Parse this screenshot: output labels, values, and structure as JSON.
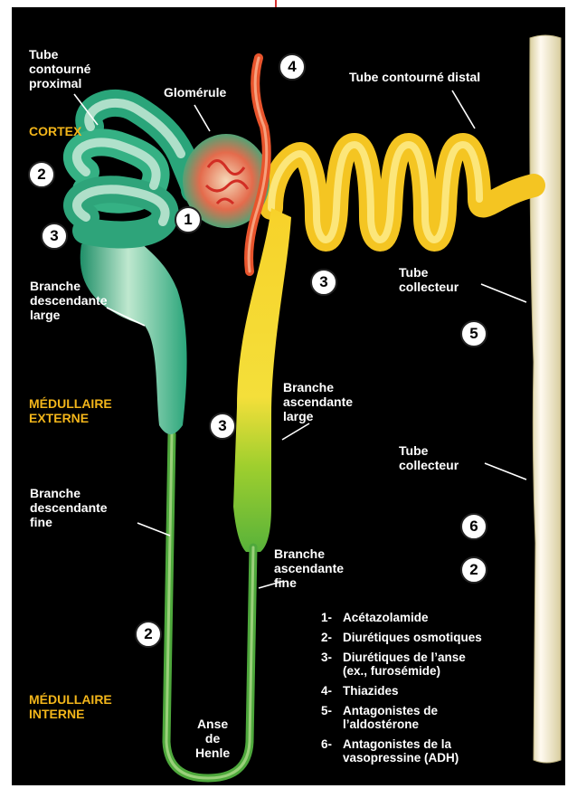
{
  "colors": {
    "background": "#000000",
    "zone_label": "#f2b51a",
    "label_text": "#ffffff",
    "proximal_tube": "#3fbf8a",
    "thin_limb": "#4caa3a",
    "distal_tube": "#f7d22a",
    "collecting_tube": "#f6efcf",
    "vessel": "#e8542c"
  },
  "labels": {
    "tube_proximal": "Tube\ncontourné\nproximal",
    "glomerule": "Glomérule",
    "tube_distal": "Tube contourné distal",
    "branche_desc_large": "Branche\ndescendante\nlarge",
    "tube_collecteur_1": "Tube\ncollecteur",
    "branche_asc_large": "Branche\nascendante\nlarge",
    "tube_collecteur_2": "Tube\ncollecteur",
    "branche_desc_fine": "Branche\ndescendante\nfine",
    "branche_asc_fine": "Branche\nascendante\nfine",
    "anse_henle": "Anse\nde\nHenle"
  },
  "zones": {
    "cortex": "CORTEX",
    "medullaire_externe": "MÉDULLAIRE\nEXTERNE",
    "medullaire_interne": "MÉDULLAIRE\nINTERNE"
  },
  "badges": {
    "b4": "4",
    "b2_cortex": "2",
    "b1": "1",
    "b3_cortex": "3",
    "b3_ascending": "3",
    "b5": "5",
    "b3_medulla": "3",
    "b6": "6",
    "b2_collector": "2",
    "b2_thin": "2"
  },
  "legend": [
    {
      "num": "1-",
      "text": "Acétazolamide"
    },
    {
      "num": "2-",
      "text": "Diurétiques osmotiques"
    },
    {
      "num": "3-",
      "text": "Diurétiques de l’anse\n(ex., furosémide)"
    },
    {
      "num": "4-",
      "text": "Thiazides"
    },
    {
      "num": "5-",
      "text": "Antagonistes de\nl’aldostérone"
    },
    {
      "num": "6-",
      "text": "Antagonistes de la\nvasopressine (ADH)"
    }
  ]
}
